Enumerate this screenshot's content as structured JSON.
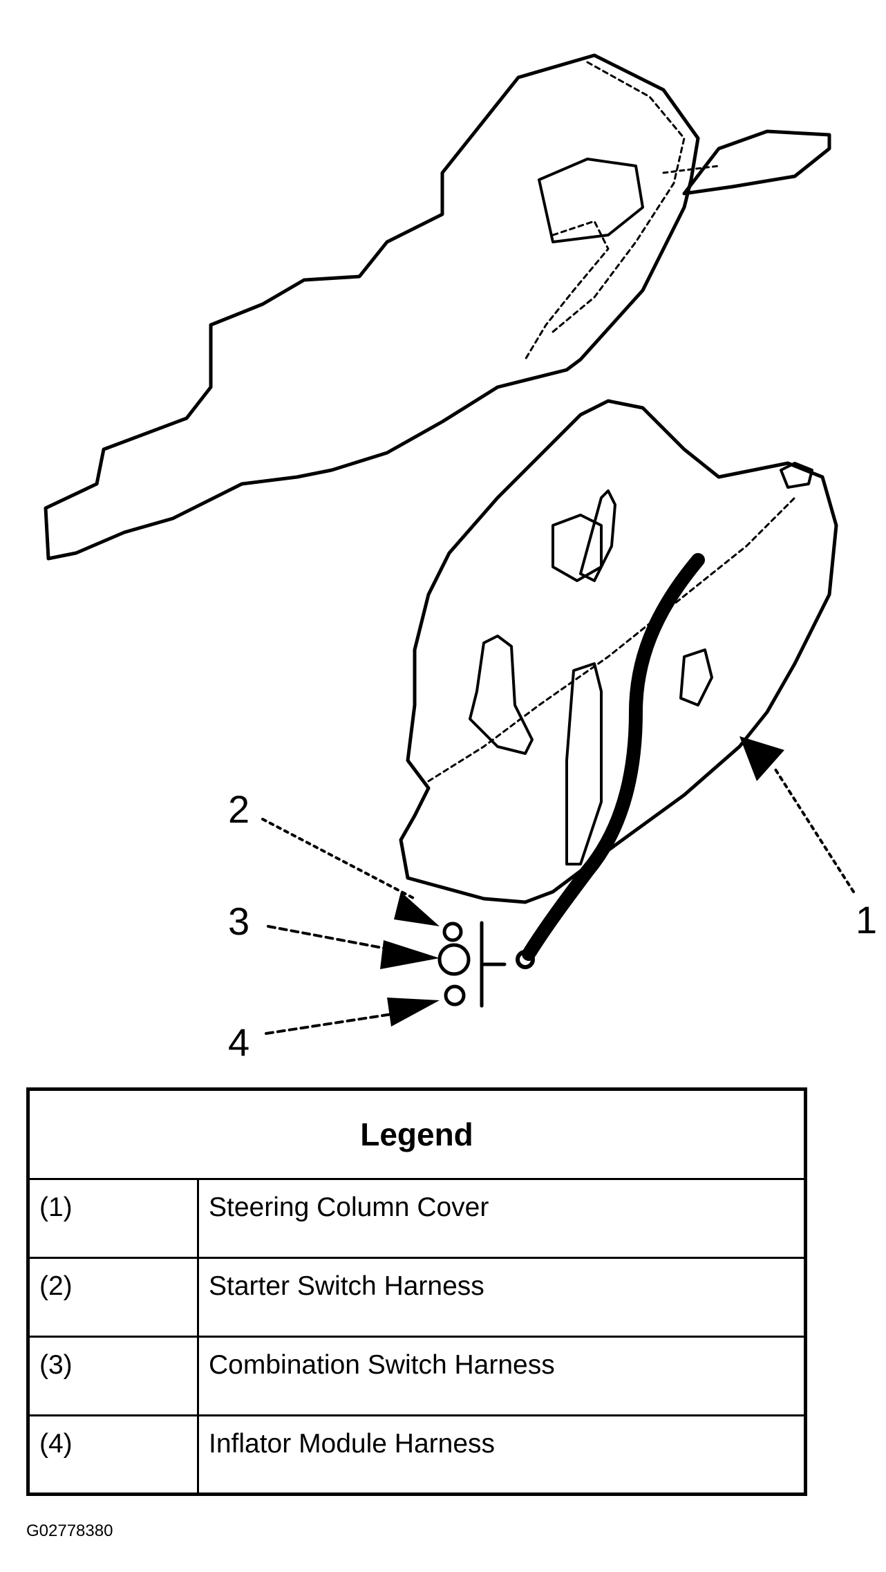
{
  "callouts": [
    {
      "num": "1"
    },
    {
      "num": "2"
    },
    {
      "num": "3"
    },
    {
      "num": "4"
    }
  ],
  "legend": {
    "title": "Legend",
    "rows": [
      {
        "ref": "(1)",
        "label": "Steering Column Cover"
      },
      {
        "ref": "(2)",
        "label": "Starter Switch Harness"
      },
      {
        "ref": "(3)",
        "label": "Combination Switch Harness"
      },
      {
        "ref": "(4)",
        "label": "Inflator Module Harness"
      }
    ]
  },
  "figure_code": "G02778380"
}
